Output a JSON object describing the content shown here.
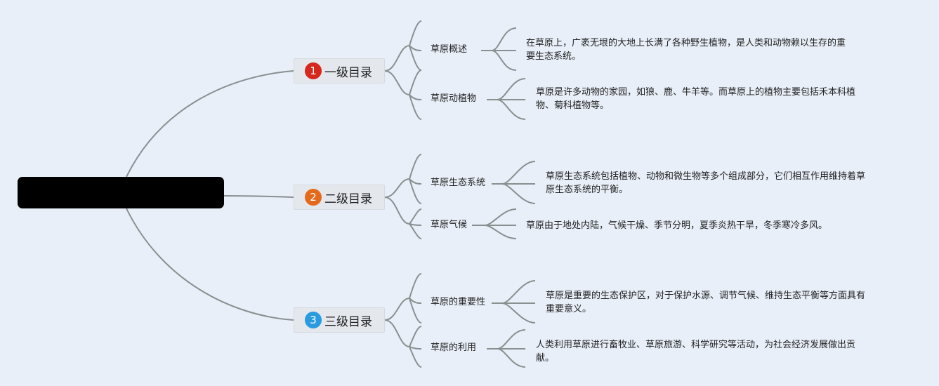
{
  "root": {
    "label": ""
  },
  "colors": {
    "line": "#8a8f8f",
    "badge_red": "#d7261b",
    "badge_orange": "#e46a1b",
    "badge_blue": "#2a9be0",
    "root_bg": "#000000",
    "background": "#e8eff8"
  },
  "branches": [
    {
      "number": "1",
      "label": "一级目录",
      "children": [
        {
          "label": "草原概述",
          "desc_lines": [
            "在草原上，广袤无垠的大地上长满了各种野生植物，是人类和动物赖以生存的重",
            "要生态系统。"
          ]
        },
        {
          "label": "草原动植物",
          "desc_lines": [
            "草原是许多动物的家园，如狼、鹿、牛羊等。而草原上的植物主要包括禾本科植",
            "物、菊科植物等。"
          ]
        }
      ]
    },
    {
      "number": "2",
      "label": "二级目录",
      "children": [
        {
          "label": "草原生态系统",
          "desc_lines": [
            "草原生态系统包括植物、动物和微生物等多个组成部分，它们相互作用维持着草",
            "原生态系统的平衡。"
          ]
        },
        {
          "label": "草原气候",
          "desc_lines": [
            "草原由于地处内陆，气候干燥、季节分明，夏季炎热干旱，冬季寒冷多风。"
          ]
        }
      ]
    },
    {
      "number": "3",
      "label": "三级目录",
      "children": [
        {
          "label": "草原的重要性",
          "desc_lines": [
            "草原是重要的生态保护区，对于保护水源、调节气候、维持生态平衡等方面具有",
            "重要意义。"
          ]
        },
        {
          "label": "草原的利用",
          "desc_lines": [
            "人类利用草原进行畜牧业、草原旅游、科学研究等活动，为社会经济发展做出贡",
            "献。"
          ]
        }
      ]
    }
  ]
}
